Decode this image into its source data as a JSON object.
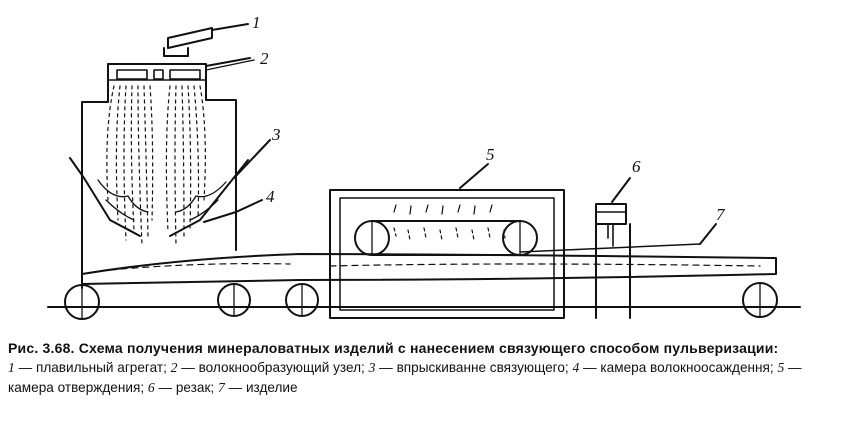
{
  "labels": [
    "1",
    "2",
    "3",
    "4",
    "5",
    "6",
    "7"
  ],
  "caption": {
    "prefix": "Рис. 3.68.",
    "title": "Схема получения минераловатных изделий с нанесением связующего способом пульверизации:",
    "legend": [
      {
        "num": "1",
        "text": "плавильный агрегат"
      },
      {
        "num": "2",
        "text": "волокнообразующий узел"
      },
      {
        "num": "3",
        "text": "впрыскиванне связующего"
      },
      {
        "num": "4",
        "text": "камера волокноосаждення"
      },
      {
        "num": "5",
        "text": "камера отверждения"
      },
      {
        "num": "6",
        "text": "резак"
      },
      {
        "num": "7",
        "text": "изделие"
      }
    ]
  }
}
